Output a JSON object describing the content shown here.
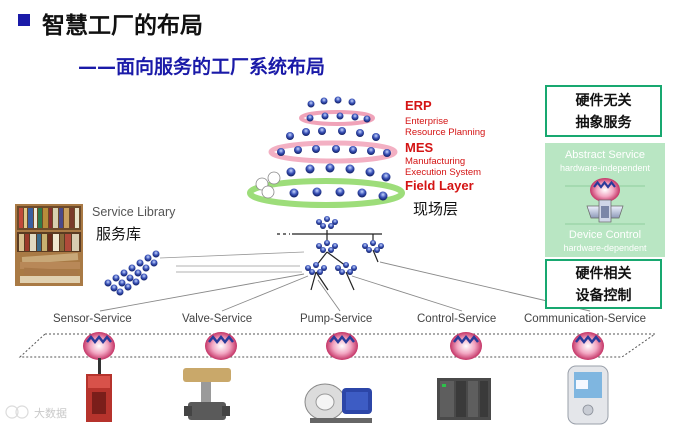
{
  "title": "智慧工厂的布局",
  "subtitle": "——面向服务的工厂系统布局",
  "layers": {
    "erp": {
      "name": "ERP",
      "desc1": "Enterprise",
      "desc2": "Resource Planning"
    },
    "mes": {
      "name": "MES",
      "desc1": "Manufacturing",
      "desc2": "Execution System"
    },
    "field": {
      "name": "Field Layer",
      "cn": "现场层"
    }
  },
  "service_library": {
    "en": "Service Library",
    "cn": "服务库"
  },
  "side_panel": {
    "box_top": {
      "line1": "硬件无关",
      "line2": "抽象服务"
    },
    "abstract": {
      "title": "Abstract Service",
      "sub": "hardware-independent"
    },
    "device": {
      "title": "Device Control",
      "sub": "hardware-dependent"
    },
    "box_bottom": {
      "line1": "硬件相关",
      "line2": "设备控制"
    }
  },
  "services": [
    {
      "label": "Sensor-Service",
      "icon": "sensor-device"
    },
    {
      "label": "Valve-Service",
      "icon": "valve-device"
    },
    {
      "label": "Pump-Service",
      "icon": "pump-device"
    },
    {
      "label": "Control-Service",
      "icon": "plc-controller"
    },
    {
      "label": "Communication-Service",
      "icon": "pda-device"
    }
  ],
  "watermark": "大数据",
  "colors": {
    "accent": "#1a1aa8",
    "layer_text": "#d41414",
    "box_border": "#18a870",
    "panel": "#b9e6c3"
  }
}
